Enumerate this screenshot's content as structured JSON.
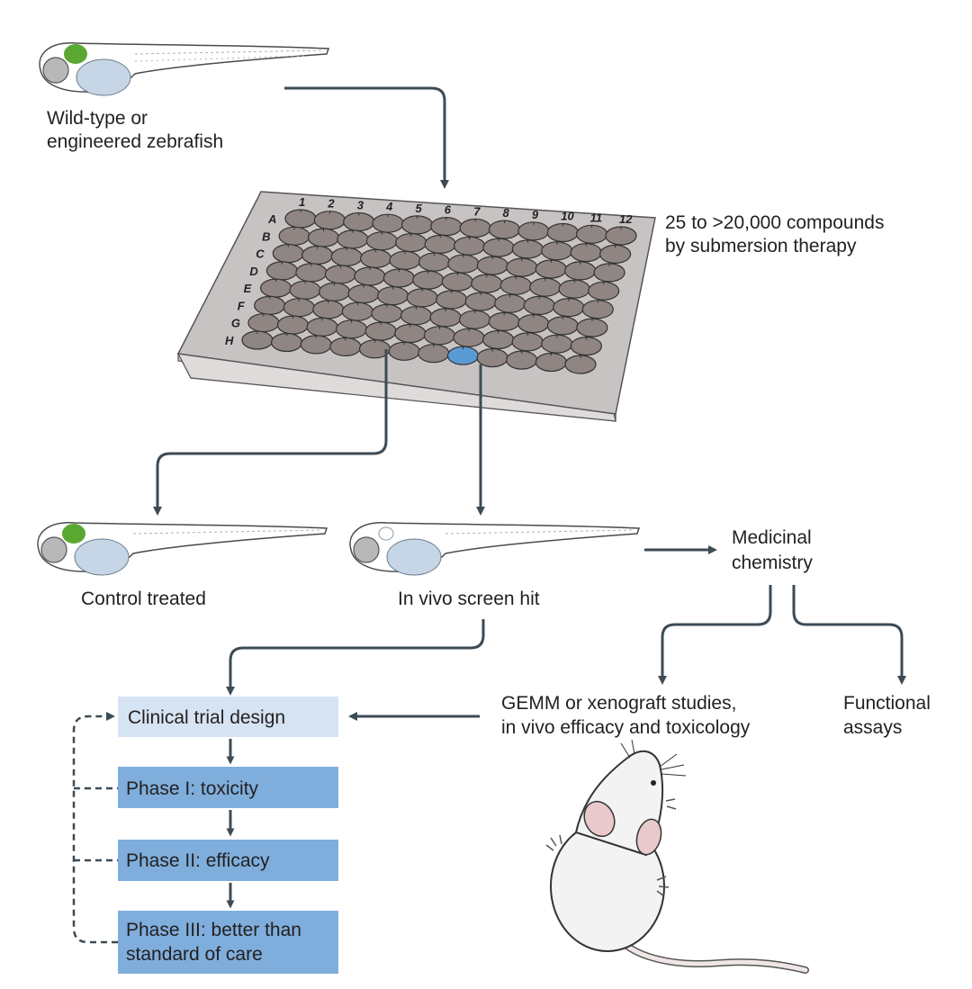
{
  "labels": {
    "fish_source": [
      "Wild-type or",
      "engineered zebrafish"
    ],
    "compounds": [
      "25 to >20,000 compounds",
      "by submersion therapy"
    ],
    "control": "Control treated",
    "screen_hit": "In vivo screen hit",
    "medicinal": [
      "Medicinal",
      "chemistry"
    ],
    "gemm": [
      "GEMM or xenograft studies,",
      "in vivo efficacy and toxicology"
    ],
    "functional": [
      "Functional",
      "assays"
    ]
  },
  "plate": {
    "rows": [
      "A",
      "B",
      "C",
      "D",
      "E",
      "F",
      "G",
      "H"
    ],
    "cols": [
      "1",
      "2",
      "3",
      "4",
      "5",
      "6",
      "7",
      "8",
      "9",
      "10",
      "11",
      "12"
    ],
    "hit_well": "H8"
  },
  "trial": {
    "design": "Clinical trial design",
    "phase1": "Phase I: toxicity",
    "phase2": "Phase II: efficacy",
    "phase3": [
      "Phase III: better than",
      "standard of care"
    ]
  },
  "colors": {
    "arrow": "#3d4b55",
    "plate_top": "#c8c3c3",
    "plate_side": "#d9d3d3",
    "well": "#8f8583",
    "hit_well": "#5b9bd5",
    "design_box": "#d6e3f2",
    "phase_box": "#7faedc",
    "fish_green": "#5aa832"
  }
}
